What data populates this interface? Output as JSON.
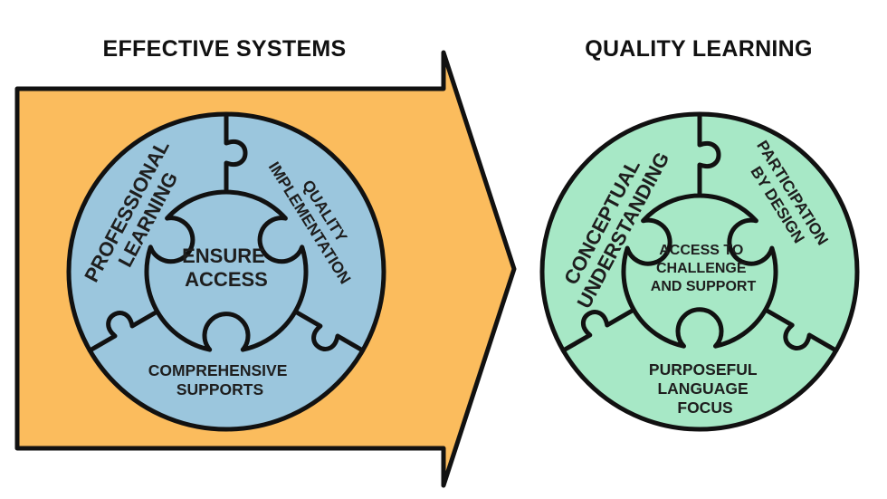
{
  "left": {
    "heading": "EFFECTIVE SYSTEMS",
    "center": [
      "ENSURE",
      "ACCESS"
    ],
    "seg_left": [
      "PROFESSIONAL",
      "LEARNING"
    ],
    "seg_right": [
      "QUALITY",
      "IMPLEMENTATION"
    ],
    "seg_bottom": [
      "COMPREHENSIVE",
      "SUPPORTS"
    ]
  },
  "right": {
    "heading": "QUALITY LEARNING",
    "center": [
      "ACCESS TO",
      "CHALLENGE",
      "AND SUPPORT"
    ],
    "seg_left": [
      "CONCEPTUAL",
      "UNDERSTANDING"
    ],
    "seg_right": [
      "PARTICIPATION",
      "BY DESIGN"
    ],
    "seg_bottom": [
      "PURPOSEFUL",
      "LANGUAGE",
      "FOCUS"
    ]
  },
  "colors": {
    "arrow": "#FBBC5D",
    "left_circle": "#9BC6DD",
    "right_circle": "#A7E8C6",
    "outline": "#111111"
  }
}
